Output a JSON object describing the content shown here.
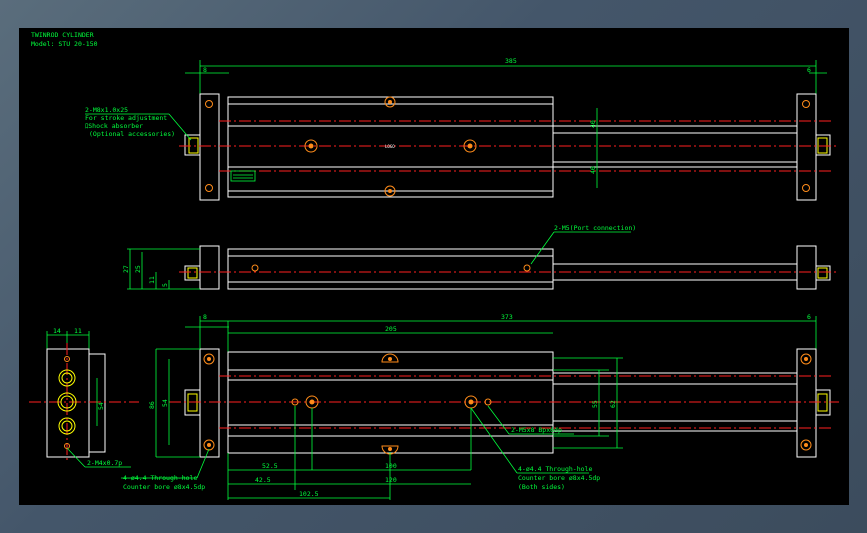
{
  "title_block": {
    "title": "TWINROD CYLINDER",
    "model": "Model: STU 20-150"
  },
  "top_view": {
    "overall_dim": "385",
    "left_dim": "8",
    "right_dim": "6",
    "dim_40a": "40",
    "dim_40b": "40",
    "note_line1": "2-M8x1.0x25",
    "note_line2": "For stroke adjustment",
    "note_line3": "ﾛShock absorber",
    "note_line4": "(Optional accessories)",
    "brand_mark": "LOGO"
  },
  "side_view": {
    "dim_27": "27",
    "dim_25": "25",
    "dim_11": "11",
    "dim_5": "5",
    "port_note": "2-M5(Port connection)"
  },
  "bottom_view": {
    "left_dim": "8",
    "overall_dim": "373",
    "right_dim": "6",
    "dim_205": "205",
    "dim_55": "55",
    "dim_62": "62",
    "dim_86": "86",
    "dim_54": "54",
    "dim_52_5": "52.5",
    "dim_100": "100",
    "dim_42_5": "42.5",
    "dim_120": "120",
    "dim_102_5": "102.5",
    "note_m5": "2-M5x8 Bpx6dp",
    "note_through_line1": "4-ø4.4 Through-hole",
    "note_through_line2": "Counter bore ø8x4.5dp",
    "note_through_line3": "(Both sides)",
    "note_left_line1": "4-ø4.4 Through-hole",
    "note_left_line2": "Counter bore ø8x4.5dp"
  },
  "end_view": {
    "dim_14": "14",
    "dim_11": "11",
    "dim_54": "54",
    "note": "2-M4x0.7p"
  }
}
